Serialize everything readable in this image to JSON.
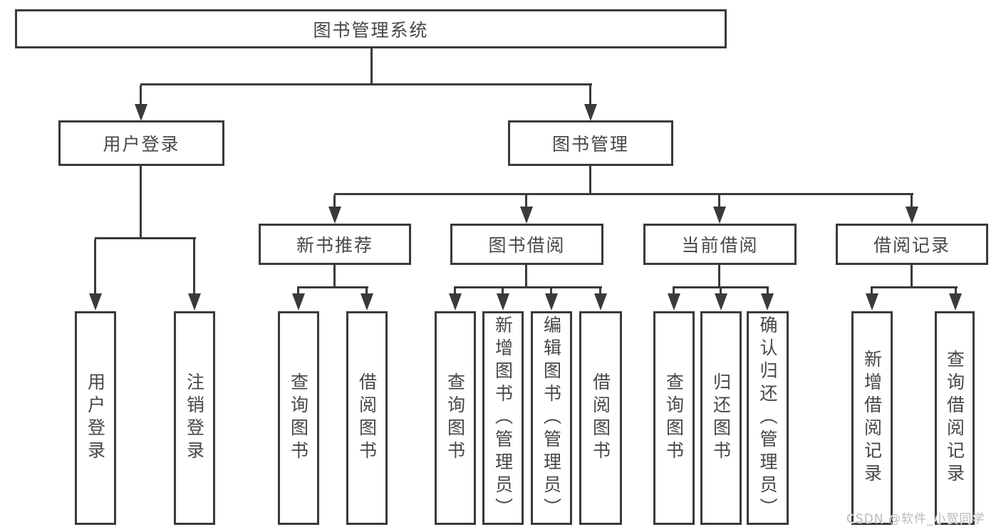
{
  "diagram": {
    "tree": {
      "root": "图书管理系统",
      "branches": [
        {
          "label": "用户登录",
          "children": [
            "用户登录",
            "注销登录"
          ]
        },
        {
          "label": "图书管理",
          "sections": [
            {
              "label": "新书推荐",
              "children": [
                "查询图书",
                "借阅图书"
              ]
            },
            {
              "label": "图书借阅",
              "children": [
                "查询图书",
                "新增图书（管理员）",
                "编辑图书（管理员）",
                "借阅图书"
              ]
            },
            {
              "label": "当前借阅",
              "children": [
                "查询图书",
                "归还图书",
                "确认归还（管理员）"
              ]
            },
            {
              "label": "借阅记录",
              "children": [
                "新增借阅记录",
                "查询借阅记录"
              ]
            }
          ]
        }
      ]
    },
    "watermark": "CSDN @软件_小贺同学",
    "colors": {
      "line": "#3a3a3a",
      "text": "#474747",
      "watermark": "#b9b9b9",
      "background": "#ffffff"
    }
  }
}
